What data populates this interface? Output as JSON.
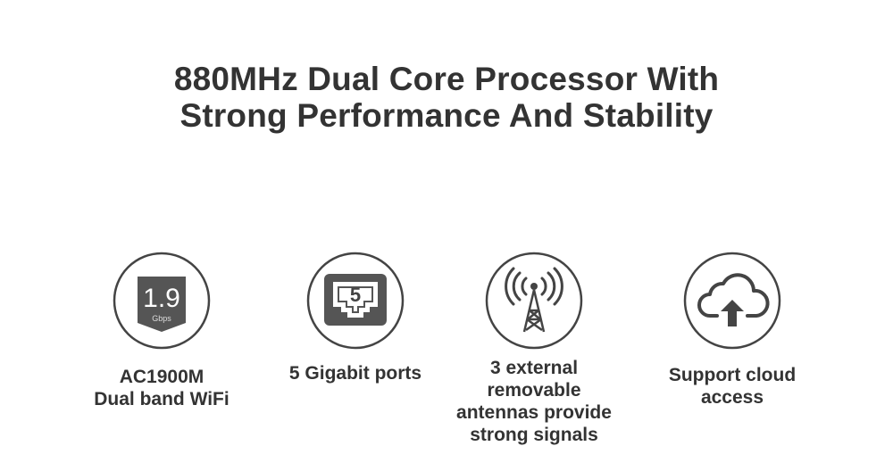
{
  "headline": {
    "line1": "880MHz Dual Core Processor With",
    "line2": "Strong Performance And Stability"
  },
  "features": [
    {
      "icon": "speed-badge-icon",
      "icon_value": "1.9",
      "icon_unit": "Gbps",
      "caption_lines": [
        "AC1900M",
        "Dual band WiFi"
      ]
    },
    {
      "icon": "ethernet-port-icon",
      "icon_value": "5",
      "caption_lines": [
        "5 Gigabit ports"
      ]
    },
    {
      "icon": "antenna-tower-icon",
      "caption_lines": [
        "3 external",
        "removable",
        "antennas provide",
        "strong signals"
      ]
    },
    {
      "icon": "cloud-upload-icon",
      "caption_lines": [
        "Support cloud",
        "access"
      ]
    }
  ],
  "colors": {
    "text": "#333333",
    "icon_stroke": "#444444",
    "badge_fill": "#555555"
  }
}
